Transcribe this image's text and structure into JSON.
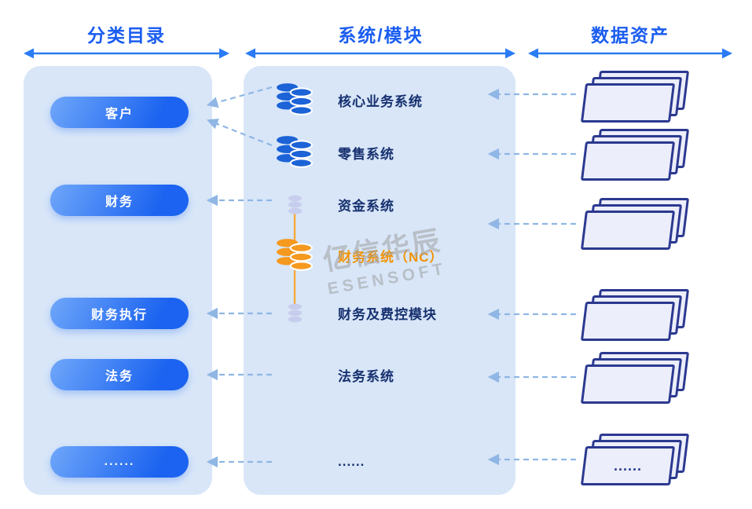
{
  "columns": {
    "catalog": {
      "title": "分类目录",
      "items": [
        {
          "label": "客户"
        },
        {
          "label": "财务"
        },
        {
          "label": "财务执行"
        },
        {
          "label": "法务"
        },
        {
          "label": "......"
        }
      ]
    },
    "systems": {
      "title": "系统/模块",
      "items": [
        {
          "label": "核心业务系统",
          "icon": "database-double-blue-icon"
        },
        {
          "label": "零售系统",
          "icon": "database-double-blue-icon"
        },
        {
          "label": "资金系统",
          "icon": "database-small-light-icon"
        },
        {
          "label": "财务系统（NC）",
          "icon": "database-double-orange-icon"
        },
        {
          "label": "财务及费控模块",
          "icon": "database-small-light-icon"
        },
        {
          "label": "法务系统",
          "icon": "none"
        },
        {
          "label": "......",
          "icon": "none"
        }
      ],
      "nc_group": {
        "parent": "财务系统（NC）",
        "children": [
          "资金系统",
          "财务及费控模块"
        ]
      }
    },
    "assets": {
      "title": "数据资产",
      "stacks": [
        {
          "label": ""
        },
        {
          "label": ""
        },
        {
          "label": ""
        },
        {
          "label": ""
        },
        {
          "label": ""
        },
        {
          "label": "......"
        }
      ]
    }
  },
  "connections": {
    "system_to_catalog": [
      {
        "from": "核心业务系统",
        "to": "客户"
      },
      {
        "from": "零售系统",
        "to": "客户"
      },
      {
        "from": "资金系统",
        "to": "财务"
      },
      {
        "from": "财务及费控模块",
        "to": "财务执行"
      },
      {
        "from": "法务系统",
        "to": "法务"
      },
      {
        "from": "......",
        "to": "......"
      }
    ],
    "asset_to_system": [
      {
        "from": "stack-1",
        "to": "核心业务系统"
      },
      {
        "from": "stack-2",
        "to": "零售系统"
      },
      {
        "from": "stack-3",
        "to": "财务系统（NC）"
      },
      {
        "from": "stack-4",
        "to": "财务及费控模块"
      },
      {
        "from": "stack-5",
        "to": "法务系统"
      },
      {
        "from": "stack-6",
        "to": "......"
      }
    ]
  },
  "watermark": {
    "line1": "亿信华辰",
    "line2": "ESENSOFT"
  },
  "colors": {
    "header_text": "#1a5df0",
    "header_arrow": "#2a7bf6",
    "column_bg": "#d8e6f8",
    "pill_light": "#6fa7fa",
    "pill_dark": "#1b63f0",
    "system_label": "#16306f",
    "nc_label": "#f39200",
    "dashed_arrow": "#8fb6e4",
    "db_blue": "#1b63d6",
    "db_orange": "#f5991f",
    "db_light": "#c7cdec",
    "doc_fill": "#eceefb",
    "doc_border": "#2b3990",
    "connector_orange": "#f6a93b"
  }
}
